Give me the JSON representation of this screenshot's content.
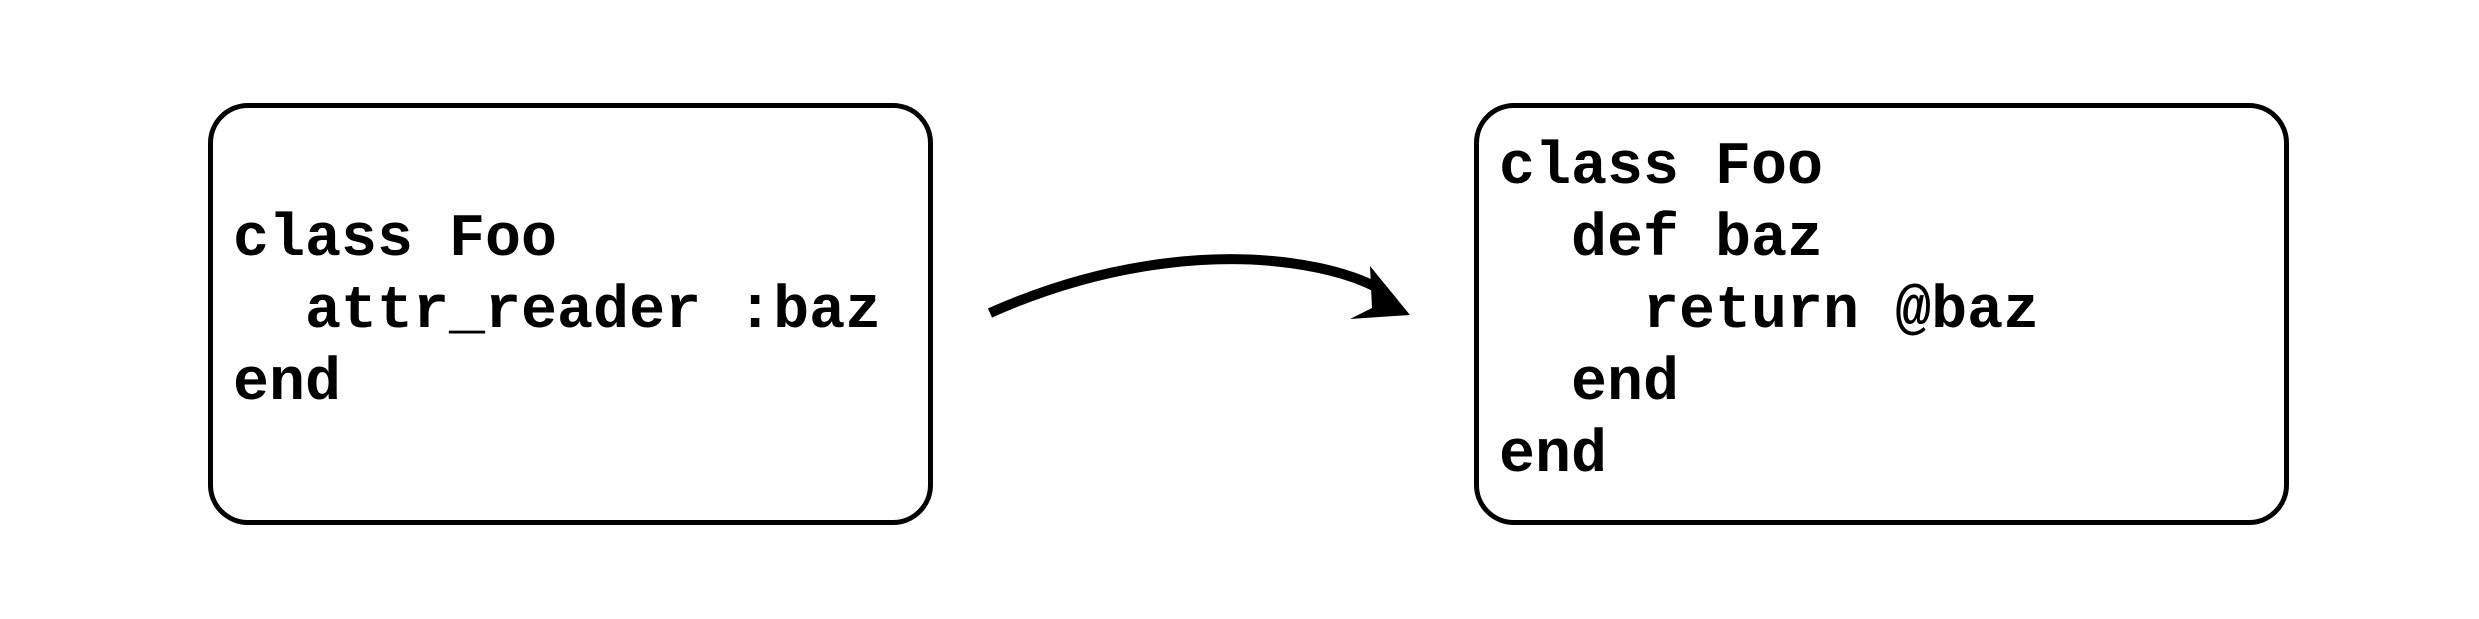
{
  "diagram": {
    "left_box": {
      "lines": [
        "class Foo",
        "  attr_reader :baz",
        "end"
      ]
    },
    "right_box": {
      "lines": [
        "class Foo",
        "  def baz",
        "    return @baz",
        "  end",
        "end"
      ]
    },
    "arrow": {
      "from": "left_box",
      "to": "right_box",
      "color": "#000000"
    }
  }
}
